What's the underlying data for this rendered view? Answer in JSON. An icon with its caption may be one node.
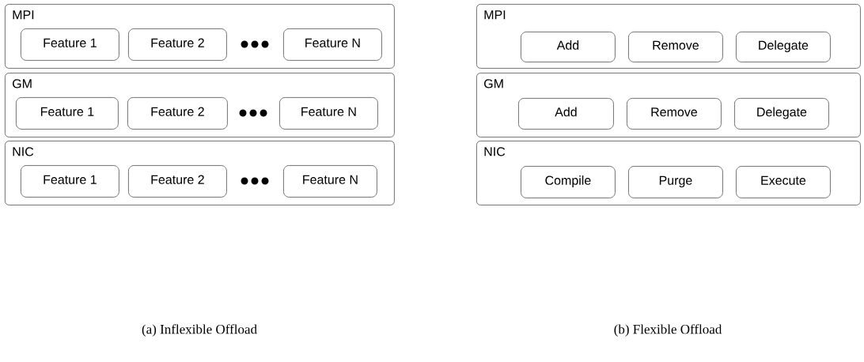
{
  "diagram": {
    "nodes": [
      {
        "text": [
          "MPI"
        ]
      },
      {
        "text": [
          "Feature 1"
        ],
        "in": 0
      },
      {
        "text": [
          "Feature 2"
        ],
        "in": 0
      },
      {
        "text": [
          "Feature N"
        ],
        "in": 0
      },
      {
        "text": [
          "GM"
        ]
      },
      {
        "text": [
          "Feature 1"
        ],
        "in": 4
      },
      {
        "text": [
          "Feature 2"
        ],
        "in": 4
      },
      {
        "text": [
          "Feature N"
        ],
        "in": 4
      },
      {
        "text": [
          "NIC"
        ]
      },
      {
        "text": [
          "Feature 1"
        ],
        "in": 8
      },
      {
        "text": [
          "Feature 2"
        ],
        "in": 8
      },
      {
        "text": [
          "Feature N"
        ],
        "in": 8
      },
      {
        "text": [
          "MPI"
        ]
      },
      {
        "text": [
          "Add"
        ],
        "in": 12
      },
      {
        "text": [
          "Remove"
        ],
        "in": 12
      },
      {
        "text": [
          "Delegate"
        ],
        "in": 12
      },
      {
        "text": [
          "GM"
        ]
      },
      {
        "text": [
          "Add"
        ],
        "in": 16
      },
      {
        "text": [
          "Remove"
        ],
        "in": 16
      },
      {
        "text": [
          "Delegate"
        ],
        "in": 16
      },
      {
        "text": [
          "NIC"
        ]
      },
      {
        "text": [
          "Compile"
        ],
        "in": 20
      },
      {
        "text": [
          "Purge"
        ],
        "in": 20
      },
      {
        "text": [
          "Execute"
        ],
        "in": 20
      }
    ],
    "labels": [
      "(a) Inflexible Offload",
      "(b) Flexible Offload"
    ]
  }
}
